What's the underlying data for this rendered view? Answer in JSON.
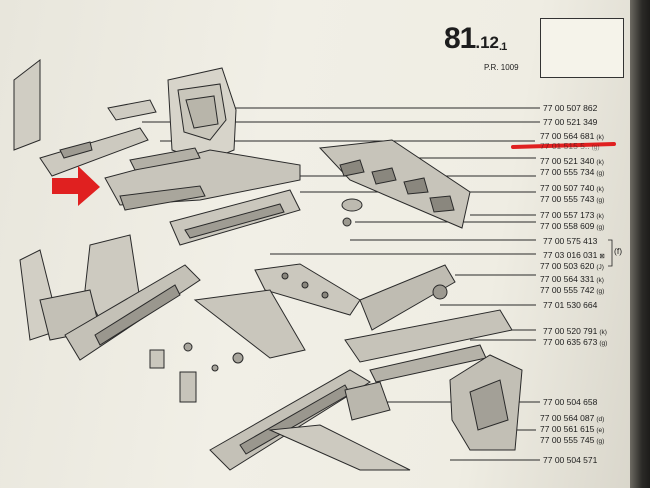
{
  "page": {
    "number_main": "81",
    "number_sub": ".12",
    "number_sub2": ".1",
    "reference": "P.R. 1009"
  },
  "parts": [
    {
      "id": "p1",
      "number": "77 00 507 862",
      "tag": ""
    },
    {
      "id": "p2",
      "number": "77 00 521 349",
      "tag": ""
    },
    {
      "id": "p3",
      "number": "77 00 564 681",
      "tag": "(k)"
    },
    {
      "id": "p4",
      "number": "77 01 515 5..",
      "tag": "(g)"
    },
    {
      "id": "p5",
      "number": "77 00 521 340",
      "tag": "(k)"
    },
    {
      "id": "p6",
      "number": "77 00 555 734",
      "tag": "(g)"
    },
    {
      "id": "p7",
      "number": "77 00 507 740",
      "tag": "(k)"
    },
    {
      "id": "p8",
      "number": "77 00 555 743",
      "tag": "(g)"
    },
    {
      "id": "p9",
      "number": "77 00 557 173",
      "tag": "(k)"
    },
    {
      "id": "p10",
      "number": "77 00 558 609",
      "tag": "(g)"
    },
    {
      "id": "p11",
      "number": "77 00 575 413",
      "tag": ""
    },
    {
      "id": "p12",
      "number": "77 03 016 031",
      "tag": "⊠"
    },
    {
      "id": "p13",
      "number": "77 00 503 620",
      "tag": "(J)"
    },
    {
      "id": "p14",
      "number": "77 00 564 331",
      "tag": "(k)"
    },
    {
      "id": "p15",
      "number": "77 00 555 742",
      "tag": "(g)"
    },
    {
      "id": "p16",
      "number": "77 01 530 664",
      "tag": ""
    },
    {
      "id": "p17",
      "number": "77 00 520 791",
      "tag": "(k)"
    },
    {
      "id": "p18",
      "number": "77 00 635 673",
      "tag": "(g)"
    },
    {
      "id": "p19",
      "number": "77 00 504 658",
      "tag": ""
    },
    {
      "id": "p20",
      "number": "77 00 564 087",
      "tag": "(d)"
    },
    {
      "id": "p21",
      "number": "77 00 561 615",
      "tag": "(e)"
    },
    {
      "id": "p22",
      "number": "77 00 555 745",
      "tag": "(g)"
    },
    {
      "id": "p23",
      "number": "77 00 504 571",
      "tag": ""
    }
  ],
  "group_tag": "(f)",
  "colors": {
    "highlight": "#e02020",
    "ink": "#1b1b1b",
    "paper": "#efede3"
  },
  "icons": [
    "red-arrow-icon",
    "red-underline-highlight"
  ]
}
